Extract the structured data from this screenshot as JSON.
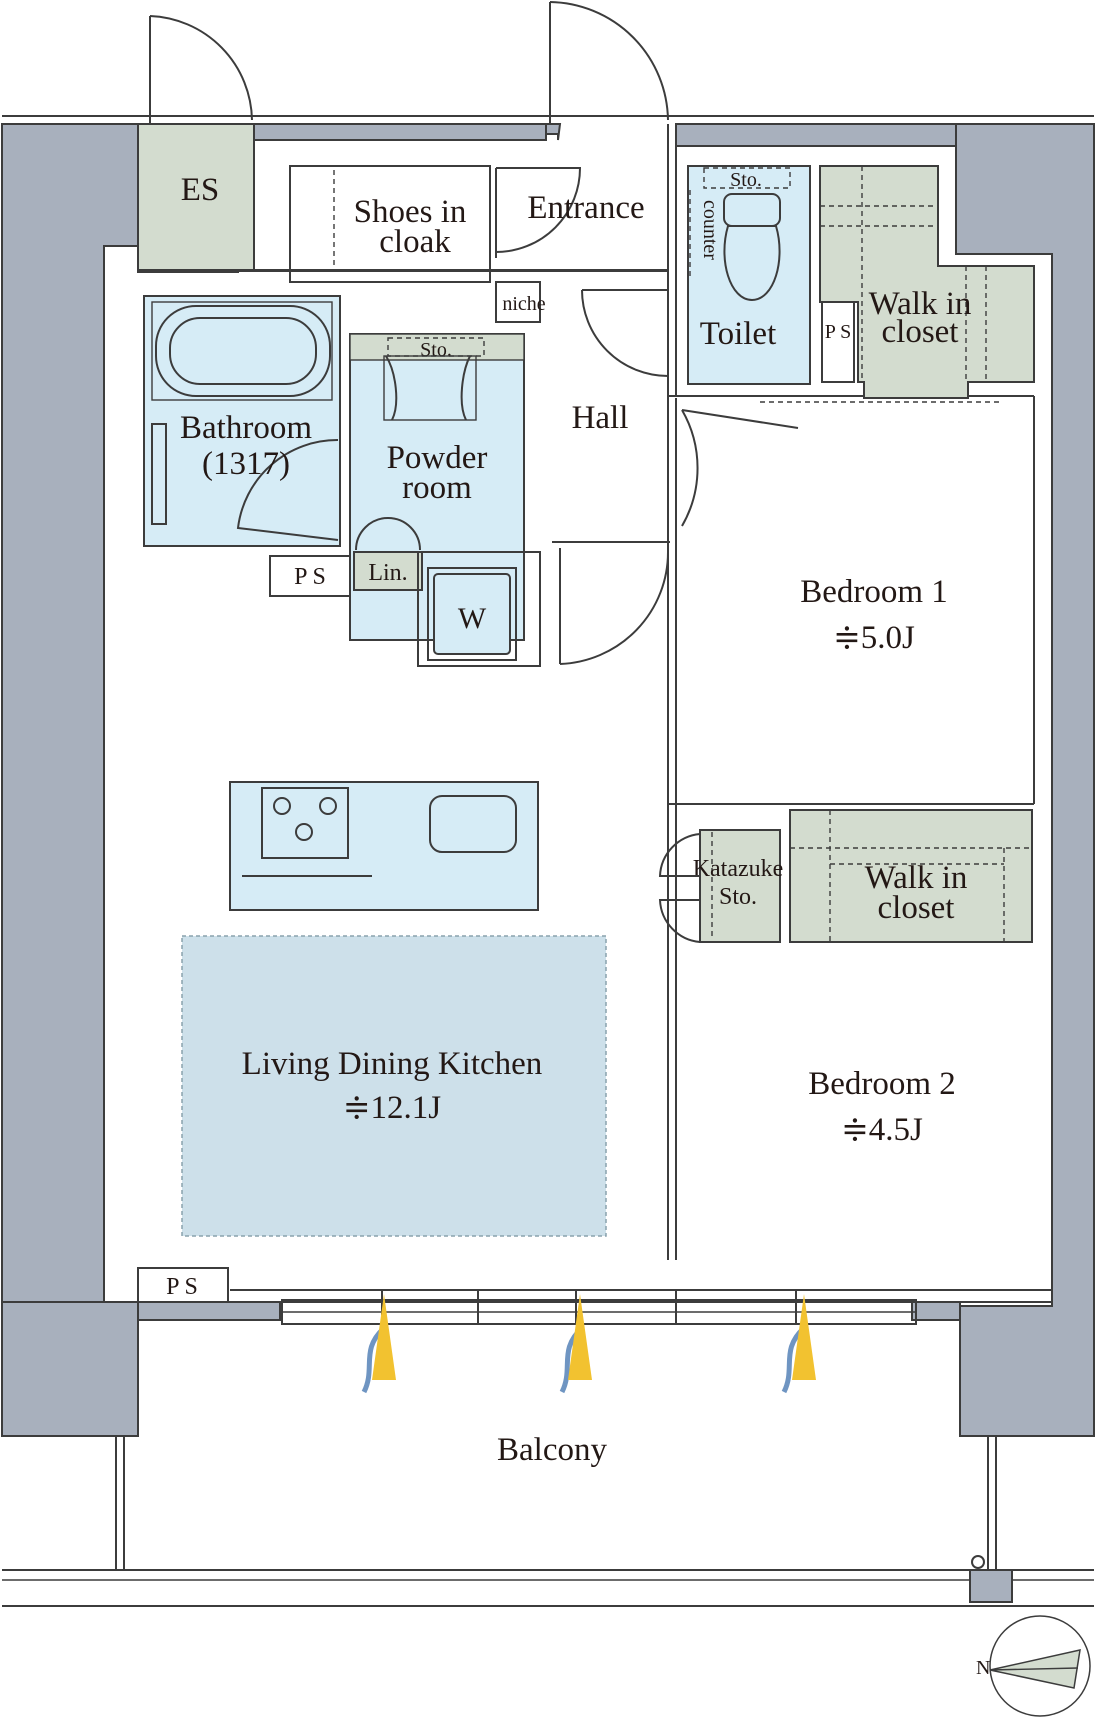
{
  "rooms": {
    "es": "ES",
    "shoes_line1": "Shoes in",
    "shoes_line2": "cloak",
    "entrance": "Entrance",
    "niche": "niche",
    "storage_top": "Sto.",
    "counter": "counter",
    "toilet": "Toilet",
    "ps_toilet": "P S",
    "walkin1_line1": "Walk in",
    "walkin1_line2": "closet",
    "bathroom_line1": "Bathroom",
    "bathroom_line2": "(1317)",
    "storage_powder": "Sto.",
    "powder_line1": "Powder",
    "powder_line2": "room",
    "hall": "Hall",
    "ps_bath": "P S",
    "linen": "Lin.",
    "washer": "W",
    "bedroom1_line1": "Bedroom 1",
    "bedroom1_line2": "≑5.0J",
    "katazuke_line1": "Katazuke",
    "katazuke_line2": "Sto.",
    "walkin2_line1": "Walk in",
    "walkin2_line2": "closet",
    "ldk_line1": "Living Dining Kitchen",
    "ldk_line2": "≑12.1J",
    "bedroom2_line1": "Bedroom 2",
    "bedroom2_line2": "≑4.5J",
    "ps_ldk": "P S",
    "balcony": "Balcony"
  },
  "compass": {
    "label": "N"
  },
  "colors": {
    "wall": "#a8b0bd",
    "wet_area": "#d6ecf6",
    "storage": "#d3dccf",
    "ldk": "#cde0ea",
    "heat_blue": "#6f95c2",
    "heat_yellow": "#f2c230"
  }
}
